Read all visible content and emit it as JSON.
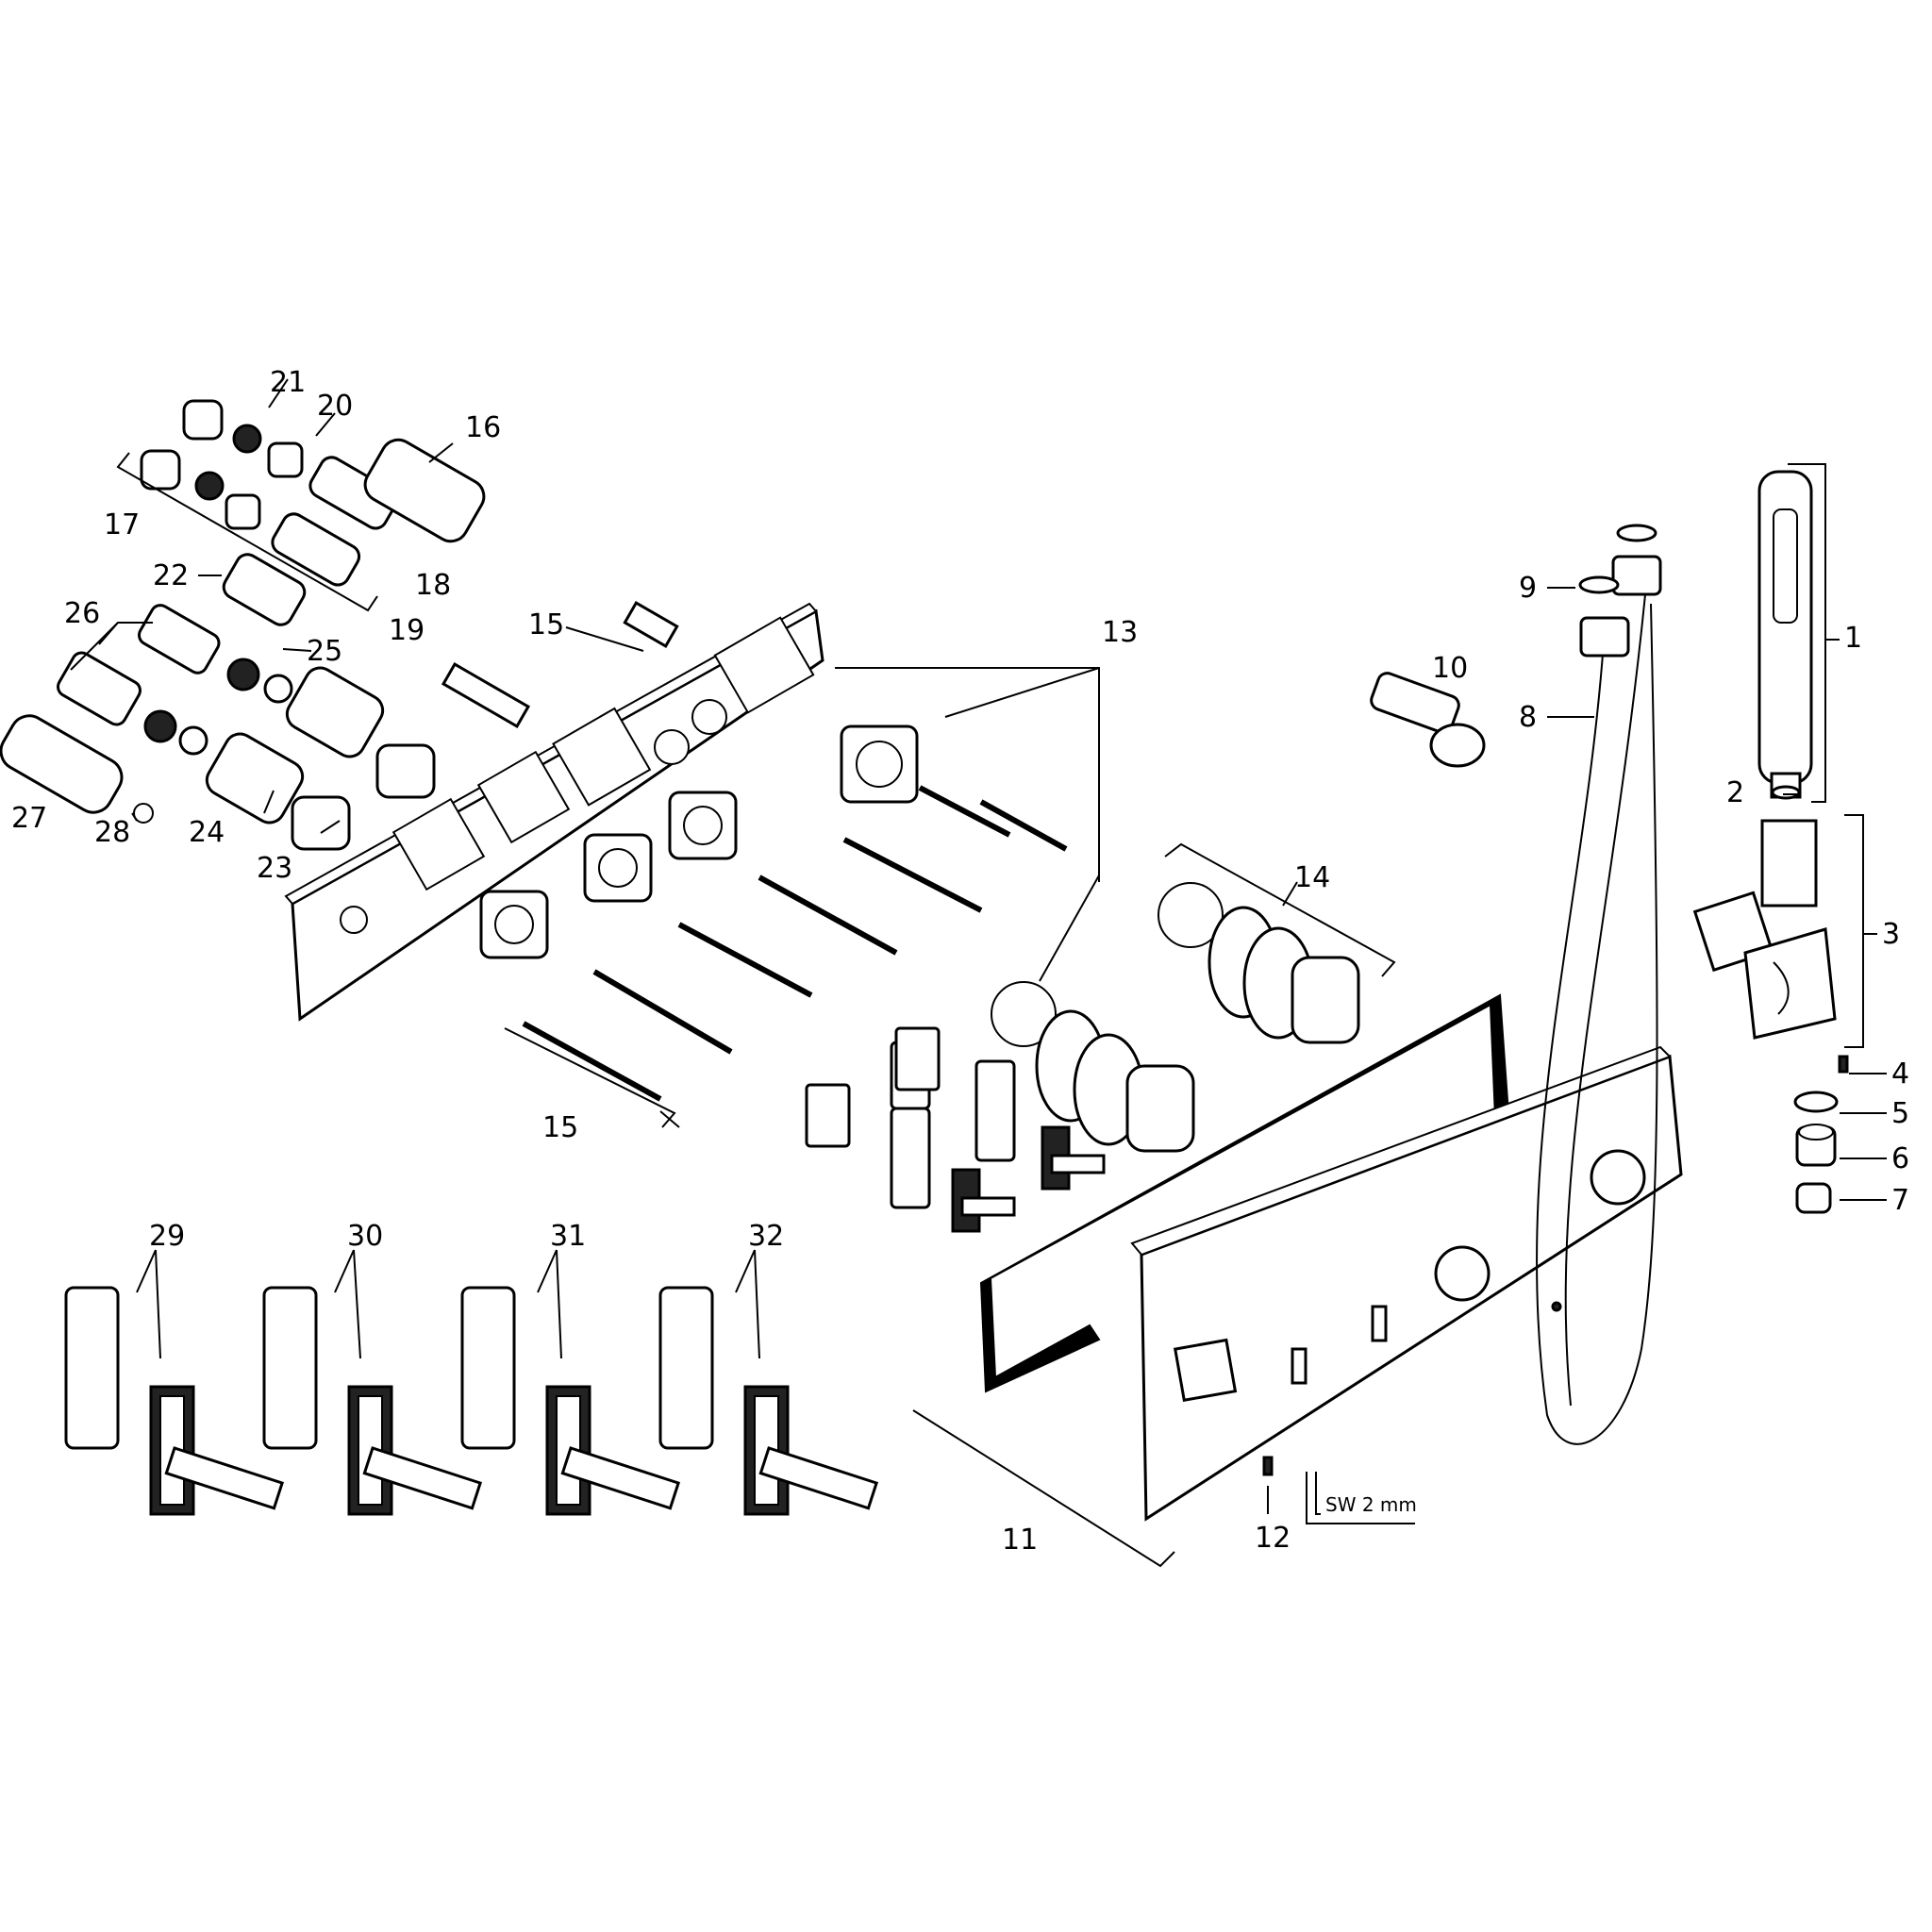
{
  "diagram": {
    "labels": {
      "n1": "1",
      "n2": "2",
      "n3": "3",
      "n4": "4",
      "n5": "5",
      "n6": "6",
      "n7": "7",
      "n8": "8",
      "n9": "9",
      "n10": "10",
      "n11": "11",
      "n12": "12",
      "n13": "13",
      "n14": "14",
      "n15a": "15",
      "n15b": "15",
      "n16": "16",
      "n17": "17",
      "n18": "18",
      "n19": "19",
      "n20": "20",
      "n21": "21",
      "n22": "22",
      "n23": "23",
      "n24": "24",
      "n25": "25",
      "n26": "26",
      "n27": "27",
      "n28": "28",
      "n29": "29",
      "n30": "30",
      "n31": "31",
      "n32": "32"
    },
    "tool_label": "SW 2 mm"
  }
}
